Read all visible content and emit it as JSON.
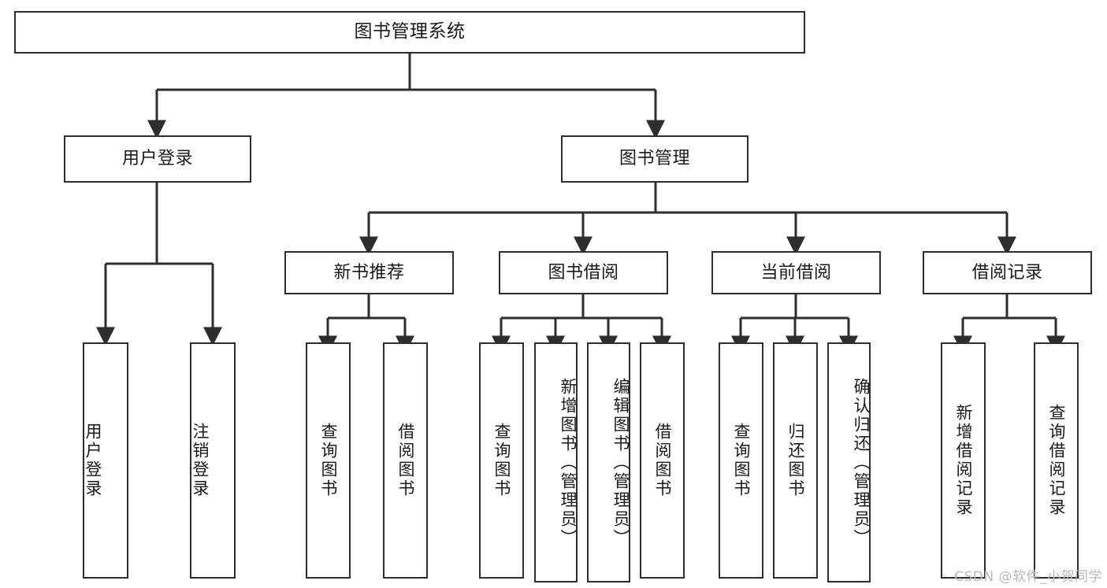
{
  "diagram": {
    "title": "图书管理系统",
    "type": "tree",
    "root": {
      "id": "root",
      "label": "图书管理系统"
    },
    "level2": [
      {
        "id": "user-login",
        "label": "用户登录"
      },
      {
        "id": "book-manage",
        "label": "图书管理"
      }
    ],
    "level3": [
      {
        "id": "new-book-recommend",
        "label": "新书推荐",
        "parent": "book-manage"
      },
      {
        "id": "book-borrow",
        "label": "图书借阅",
        "parent": "book-manage"
      },
      {
        "id": "current-borrow",
        "label": "当前借阅",
        "parent": "book-manage"
      },
      {
        "id": "borrow-record",
        "label": "借阅记录",
        "parent": "book-manage"
      }
    ],
    "leaves": [
      {
        "id": "leaf-user-login",
        "label": "用户登录",
        "parent": "user-login"
      },
      {
        "id": "leaf-user-logout",
        "label": "注销登录",
        "parent": "user-login"
      },
      {
        "id": "leaf-query-book-1",
        "label": "查询图书",
        "parent": "new-book-recommend"
      },
      {
        "id": "leaf-borrow-book-1",
        "label": "借阅图书",
        "parent": "new-book-recommend"
      },
      {
        "id": "leaf-query-book-2",
        "label": "查询图书",
        "parent": "book-borrow"
      },
      {
        "id": "leaf-add-book",
        "label": "新增图书（管理员）",
        "parent": "book-borrow"
      },
      {
        "id": "leaf-edit-book",
        "label": "编辑图书（管理员）",
        "parent": "book-borrow"
      },
      {
        "id": "leaf-borrow-book-2",
        "label": "借阅图书",
        "parent": "book-borrow"
      },
      {
        "id": "leaf-query-book-3",
        "label": "查询图书",
        "parent": "current-borrow"
      },
      {
        "id": "leaf-return-book",
        "label": "归还图书",
        "parent": "current-borrow"
      },
      {
        "id": "leaf-confirm-return",
        "label": "确认归还（管理员）",
        "parent": "current-borrow"
      },
      {
        "id": "leaf-add-record",
        "label": "新增借阅记录",
        "parent": "borrow-record"
      },
      {
        "id": "leaf-query-record",
        "label": "查询借阅记录",
        "parent": "borrow-record"
      }
    ]
  },
  "watermark": {
    "text": "CSDN @软件_小贺同学"
  },
  "colors": {
    "stroke": "#2e2e2e",
    "fill": "#ffffff",
    "text": "#1a1a1a",
    "watermark": "#b9b9b9"
  }
}
